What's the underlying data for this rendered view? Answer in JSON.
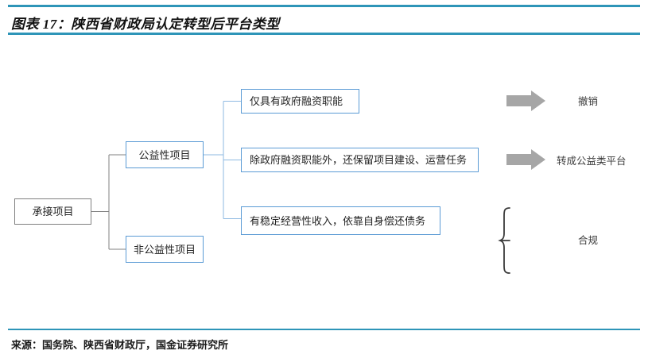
{
  "figure": {
    "title": "图表 17：陕西省财政局认定转型后平台类型",
    "source": "来源：国务院、陕西省财政厅，国金证券研究所",
    "accent_color": "#2E95B8",
    "blue_color": "#5B9BD5",
    "gray_color": "#808080",
    "arrow_color": "#A6A6A6"
  },
  "diagram": {
    "type": "tree",
    "root": {
      "label": "承接项目",
      "style": "gray-box"
    },
    "branches": [
      {
        "label": "公益性项目",
        "style": "blue-box"
      },
      {
        "label": "非公益性项目",
        "style": "blue-box"
      }
    ],
    "leaves": [
      {
        "label": "仅具有政府融资职能",
        "style": "blue-box"
      },
      {
        "label": "除政府融资职能外，还保留项目建设、运营任务",
        "style": "blue-box"
      },
      {
        "label": "有稳定经营性收入，依靠自身偿还债务",
        "style": "blue-box"
      }
    ],
    "outcomes": [
      {
        "label": "撤销",
        "marker": "arrow-right-icon"
      },
      {
        "label": "转成公益类平台",
        "marker": "arrow-right-icon"
      },
      {
        "label": "合规",
        "marker": "curly-brace-icon"
      }
    ]
  }
}
